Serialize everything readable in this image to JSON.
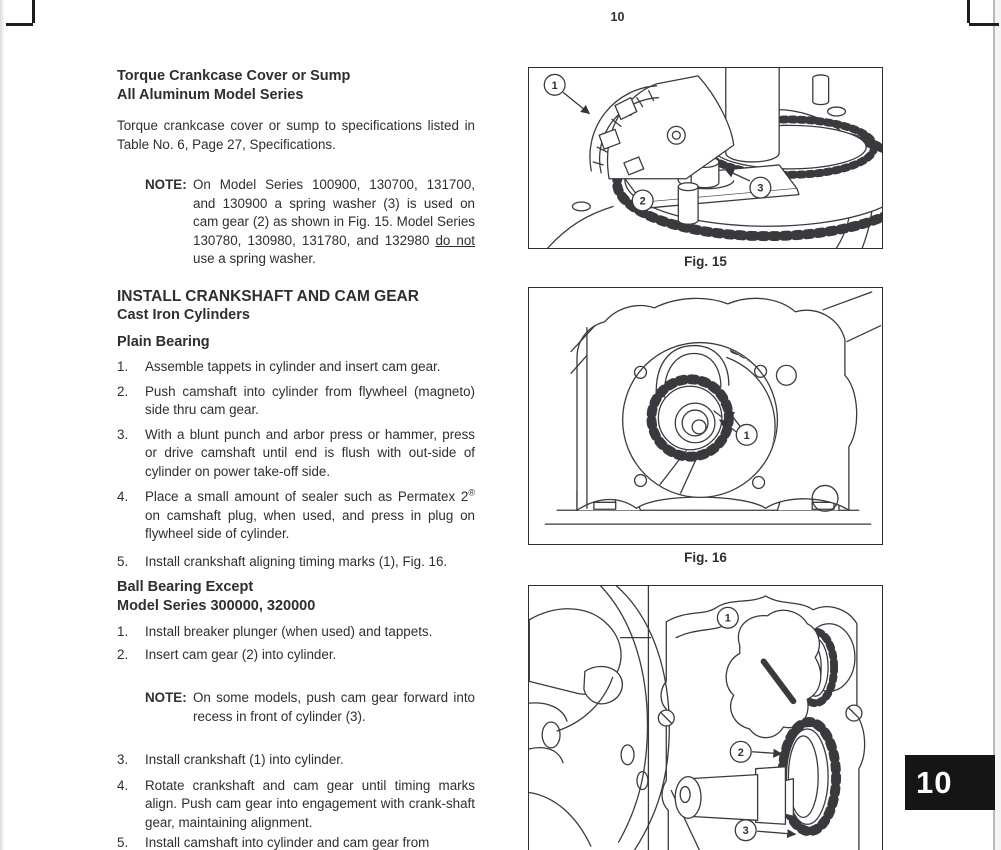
{
  "page": {
    "top_page_number": "10",
    "side_tab_label": "10"
  },
  "colors": {
    "paper": "#ffffff",
    "ink": "#2e2e33",
    "line_art": "#3a3a3e",
    "tab_background": "#151515",
    "tab_text": "#ffffff"
  },
  "content": {
    "torque_heading_1": "Torque Crankcase Cover or Sump",
    "torque_heading_2": "All Aluminum Model Series",
    "torque_paragraph": "Torque crankcase cover or sump to specifications listed in Table No. 6, Page 27, Specifications.",
    "note1": {
      "label": "NOTE:",
      "before": "On Model Series 100900, 130700, 131700, and 130900 a spring washer (3) is used on cam gear (2) as shown in Fig. 15. Model Series 130780, 130980, 131780, and 132980 ",
      "underlined": "do not",
      "after": " use a spring washer."
    },
    "install_heading_1": "INSTALL CRANKSHAFT AND CAM GEAR",
    "install_heading_2": "Cast Iron Cylinders",
    "plain_bearing_heading": "Plain Bearing",
    "plain_items": [
      {
        "num": "1.",
        "text": "Assemble tappets in cylinder and insert cam gear."
      },
      {
        "num": "2.",
        "text": "Push camshaft into cylinder from flywheel (magneto) side thru cam gear."
      },
      {
        "num": "3.",
        "text": "With a blunt punch and arbor press or hammer, press or drive camshaft until end is flush with out-side of cylinder on power take-off side."
      },
      {
        "num": "4.",
        "pre": "Place a small amount of sealer such as Permatex 2",
        "sup": "®",
        "post": " on camshaft plug, when used, and press in plug on flywheel side of cylinder."
      },
      {
        "num": "5.",
        "text": "Install crankshaft aligning timing marks (1), Fig. 16."
      }
    ],
    "ball_heading_1": "Ball Bearing Except",
    "ball_heading_2": "Model Series 300000, 320000",
    "ball_items_a": [
      {
        "num": "1.",
        "text": "Install breaker plunger (when used) and tappets."
      },
      {
        "num": "2.",
        "text": "Insert cam gear (2) into cylinder."
      }
    ],
    "note2": {
      "label": "NOTE:",
      "text": "On some models, push cam gear forward into recess in front of cylinder (3)."
    },
    "ball_items_b": [
      {
        "num": "3.",
        "text": "Install crankshaft (1) into cylinder."
      },
      {
        "num": "4.",
        "text": "Rotate crankshaft and cam gear until timing marks align. Push cam gear into engagement with crank-shaft gear, maintaining alignment."
      },
      {
        "num": "5.",
        "text": "Install camshaft into cylinder and cam gear from"
      }
    ]
  },
  "figures": {
    "fig15": {
      "caption": "Fig. 15",
      "callouts": {
        "c1": "1",
        "c2": "2",
        "c3": "3"
      }
    },
    "fig16": {
      "caption": "Fig. 16",
      "callouts": {
        "c1": "1"
      }
    },
    "fig17": {
      "callouts": {
        "c1": "1",
        "c2": "2",
        "c3": "3"
      }
    }
  }
}
